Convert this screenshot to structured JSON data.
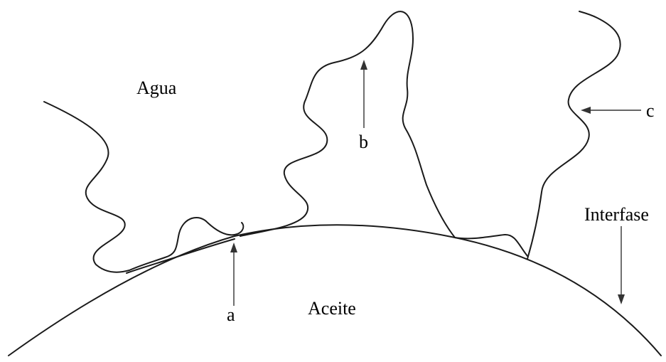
{
  "labels": {
    "water": "Agua",
    "oil": "Aceite",
    "interface": "Interfase",
    "a": "a",
    "b": "b",
    "c": "c"
  },
  "colors": {
    "stroke": "#1a1a1a",
    "background": "#ffffff"
  }
}
